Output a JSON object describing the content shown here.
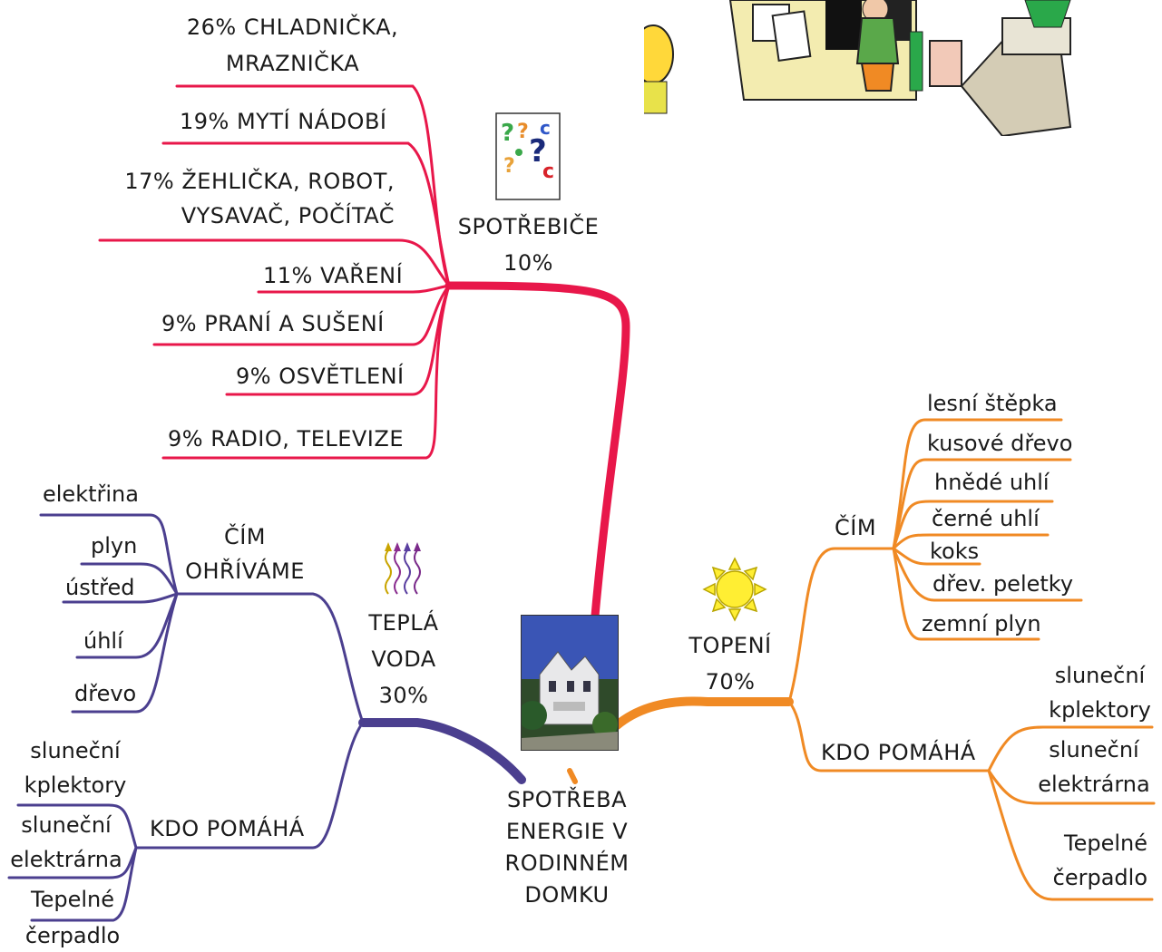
{
  "center": {
    "lines": [
      "SPOTŘEBA",
      "ENERGIE V",
      "RODINNÉM",
      "DOMKU"
    ]
  },
  "colors": {
    "appliances": "#e8174a",
    "heating": "#f08a24",
    "water": "#4b3f8f"
  },
  "appliances": {
    "title": "SPOTŘEBIČE",
    "percent": "10%",
    "items": [
      {
        "lines": [
          "26% CHLADNIČKA,",
          "MRAZNIČKA"
        ]
      },
      {
        "lines": [
          "19% MYTÍ NÁDOBÍ"
        ]
      },
      {
        "lines": [
          "17% ŽEHLIČKA, ROBOT,",
          "VYSAVAČ, POČÍTAČ"
        ]
      },
      {
        "lines": [
          "11% VAŘENÍ"
        ]
      },
      {
        "lines": [
          "9% PRANÍ A SUŠENÍ"
        ]
      },
      {
        "lines": [
          "9% OSVĚTLENÍ"
        ]
      },
      {
        "lines": [
          "9% RADIO, TELEVIZE"
        ]
      }
    ]
  },
  "heating": {
    "title": "TOPENÍ",
    "percent": "70%",
    "by_what": {
      "title": "ČÍM",
      "items": [
        "lesní štěpka",
        "kusové dřevo",
        "hnědé uhlí",
        "černé uhlí",
        "koks",
        "dřev. peletky",
        "zemní plyn"
      ]
    },
    "helpers": {
      "title": "KDO POMÁHÁ",
      "items": [
        {
          "lines": [
            "sluneční",
            "kplektory"
          ]
        },
        {
          "lines": [
            "sluneční",
            "elektrárna"
          ]
        },
        {
          "lines": [
            "Tepelné",
            "čerpadlo"
          ]
        }
      ]
    }
  },
  "water": {
    "title_lines": [
      "TEPLÁ",
      "VODA",
      "30%"
    ],
    "by_what": {
      "title_lines": [
        "ČÍM",
        "OHŘÍVÁME"
      ],
      "items": [
        "elektřina",
        "plyn",
        "ústřed",
        "úhlí",
        "dřevo"
      ]
    },
    "helpers": {
      "title": "KDO POMÁHÁ",
      "items": [
        {
          "lines": [
            "sluneční",
            "kplektory"
          ]
        },
        {
          "lines": [
            "sluneční",
            "elektrárna"
          ]
        },
        {
          "lines": [
            "Tepelné",
            "čerpadlo"
          ]
        }
      ]
    }
  }
}
